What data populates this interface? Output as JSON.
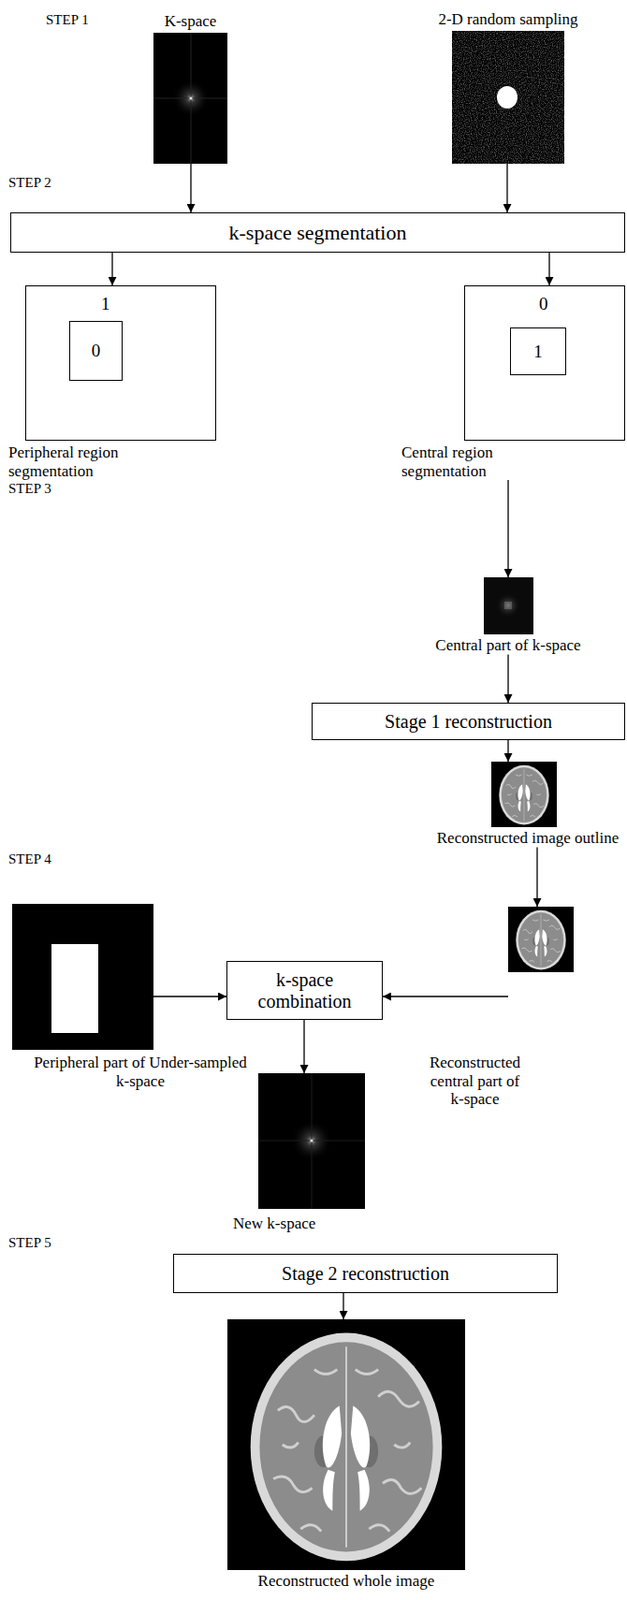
{
  "diagram": {
    "nodes": [
      {
        "text": [
          "K-space"
        ]
      },
      {
        "text": [
          "2-D random sampling"
        ]
      },
      {
        "text": [
          "k-space segmentation"
        ]
      },
      {
        "text": [
          "1",
          "Peripheral region segmentation"
        ]
      },
      {
        "text": [
          "0"
        ],
        "in": 3
      },
      {
        "text": [
          "0",
          "Central region segmentation"
        ]
      },
      {
        "text": [
          "1"
        ],
        "in": 5
      },
      {
        "text": [
          "Central part of k-space"
        ]
      },
      {
        "text": [
          "Stage 1 reconstruction"
        ]
      },
      {
        "text": [
          "Reconstructed image outline"
        ]
      },
      {
        "text": [
          "Peripheral part of Under-sampled k-space"
        ]
      },
      {
        "text": [
          "k-space combination"
        ]
      },
      {
        "text": [
          "Reconstructed central part of k-space"
        ]
      },
      {
        "text": [
          "New k-space"
        ]
      },
      {
        "text": [
          "Stage 2 reconstruction"
        ]
      },
      {
        "text": [
          "Reconstructed whole image"
        ]
      }
    ],
    "edges": [
      {
        "from": 0,
        "to": 2,
        "arrow": "to"
      },
      {
        "from": 1,
        "to": 2,
        "arrow": "to"
      },
      {
        "from": 2,
        "to": 3,
        "arrow": "to"
      },
      {
        "from": 2,
        "to": 5,
        "arrow": "to"
      },
      {
        "from": 5,
        "to": 7,
        "arrow": "to"
      },
      {
        "from": 7,
        "to": 8,
        "arrow": "to"
      },
      {
        "from": 8,
        "to": 9,
        "arrow": "to"
      },
      {
        "from": 9,
        "to": 12,
        "arrow": "to"
      },
      {
        "from": 10,
        "to": 11,
        "arrow": "to"
      },
      {
        "from": 12,
        "to": 11,
        "arrow": "to"
      },
      {
        "from": 11,
        "to": 13,
        "arrow": "to"
      },
      {
        "from": 14,
        "to": 15,
        "arrow": "to"
      }
    ],
    "labels": [
      "STEP 1",
      "STEP 2",
      "STEP 3",
      "STEP 4",
      "STEP 5"
    ]
  }
}
